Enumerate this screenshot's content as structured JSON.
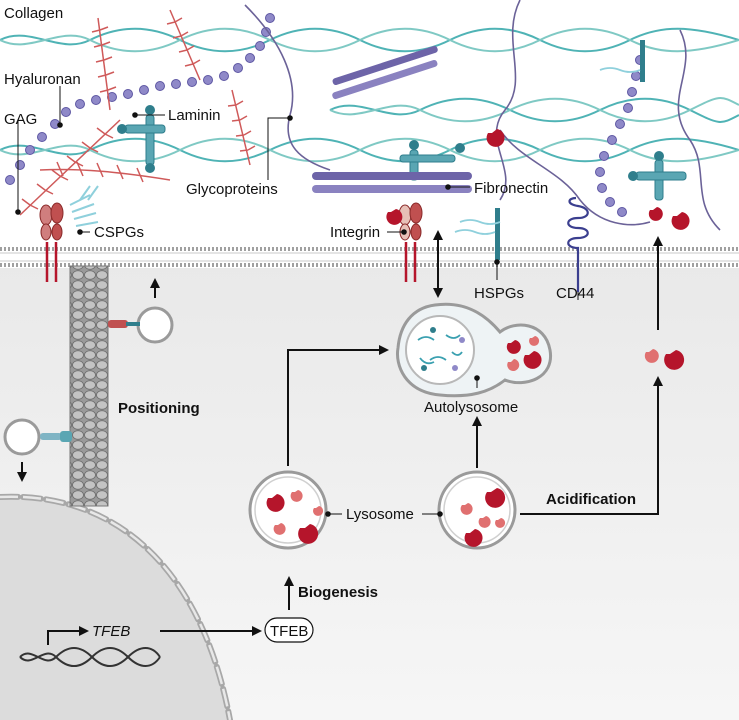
{
  "labels": {
    "collagen": "Collagen",
    "hyaluronan": "Hyaluronan",
    "gag": "GAG",
    "laminin": "Laminin",
    "glycoproteins": "Glycoproteins",
    "fibronectin": "Fibronectin",
    "cspgs": "CSPGs",
    "integrin": "Integrin",
    "hspgs": "HSPGs",
    "cd44": "CD44",
    "positioning": "Positioning",
    "autolysosome": "Autolysosome",
    "lysosome": "Lysosome",
    "acidification": "Acidification",
    "biogenesis": "Biogenesis",
    "tfeb_gene": "TFEB",
    "tfeb_protein": "TFEB"
  },
  "colors": {
    "collagen": "#4fb3b5",
    "hyaluronan": "#8f89c8",
    "gag": "#cf5a5a",
    "laminin": "#2f7e8c",
    "lysosome_cargo": "#b5152b",
    "membrane": "#d9d9d9",
    "cytoplasm": "#f1f1f1",
    "nucleus": "#dadada",
    "microtubule": "#8c8c8c"
  }
}
